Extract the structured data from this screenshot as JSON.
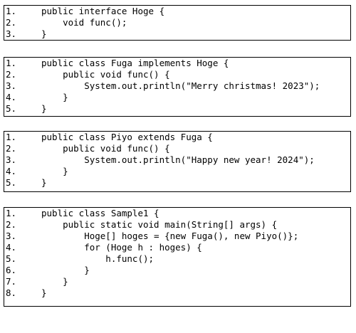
{
  "blocks": [
    {
      "lines": [
        {
          "num": "1.",
          "code": "public interface Hoge {"
        },
        {
          "num": "2.",
          "code": "    void func();"
        },
        {
          "num": "3.",
          "code": "}"
        }
      ]
    },
    {
      "lines": [
        {
          "num": "1.",
          "code": "public class Fuga implements Hoge {"
        },
        {
          "num": "2.",
          "code": "    public void func() {"
        },
        {
          "num": "3.",
          "code": "        System.out.println(\"Merry christmas! 2023\");"
        },
        {
          "num": "4.",
          "code": "    }"
        },
        {
          "num": "5.",
          "code": "}"
        }
      ]
    },
    {
      "lines": [
        {
          "num": "1.",
          "code": "public class Piyo extends Fuga {"
        },
        {
          "num": "2.",
          "code": "    public void func() {"
        },
        {
          "num": "3.",
          "code": "        System.out.println(\"Happy new year! 2024\");"
        },
        {
          "num": "4.",
          "code": "    }"
        },
        {
          "num": "5.",
          "code": "}"
        }
      ]
    },
    {
      "lines": [
        {
          "num": "1.",
          "code": "public class Sample1 {"
        },
        {
          "num": "2.",
          "code": "    public static void main(String[] args) {"
        },
        {
          "num": "3.",
          "code": "        Hoge[] hoges = {new Fuga(), new Piyo()};"
        },
        {
          "num": "4.",
          "code": "        for (Hoge h : hoges) {"
        },
        {
          "num": "5.",
          "code": "            h.func();"
        },
        {
          "num": "6.",
          "code": "        }"
        },
        {
          "num": "7.",
          "code": "    }"
        },
        {
          "num": "8.",
          "code": "}"
        }
      ]
    }
  ]
}
